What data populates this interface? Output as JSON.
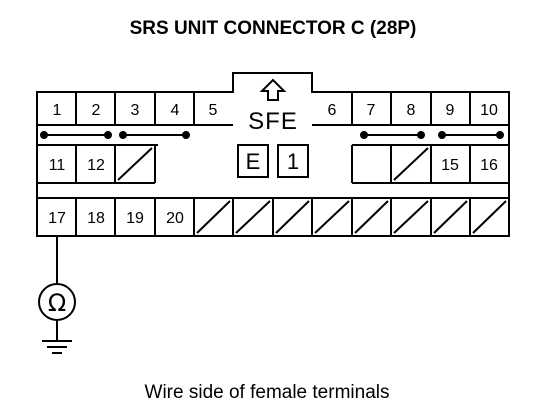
{
  "title": "SRS UNIT CONNECTOR C (28P)",
  "caption": "Wire side of female terminals",
  "connector": {
    "key_label": "SFE",
    "box_left": "E",
    "box_right": "1",
    "row1_left": [
      "1",
      "2",
      "3",
      "4",
      "5"
    ],
    "row1_right": [
      "6",
      "7",
      "8",
      "9",
      "10"
    ],
    "row2_left": [
      "11",
      "12"
    ],
    "row2_right": [
      "15",
      "16"
    ],
    "row3": [
      "17",
      "18",
      "19",
      "20"
    ]
  },
  "meter_symbol": "Ω",
  "icons": {
    "key": "up-arrow-icon",
    "shorting_bar": "shorting-bar-icon",
    "ground": "ground-icon",
    "meter": "ohmmeter-icon"
  }
}
